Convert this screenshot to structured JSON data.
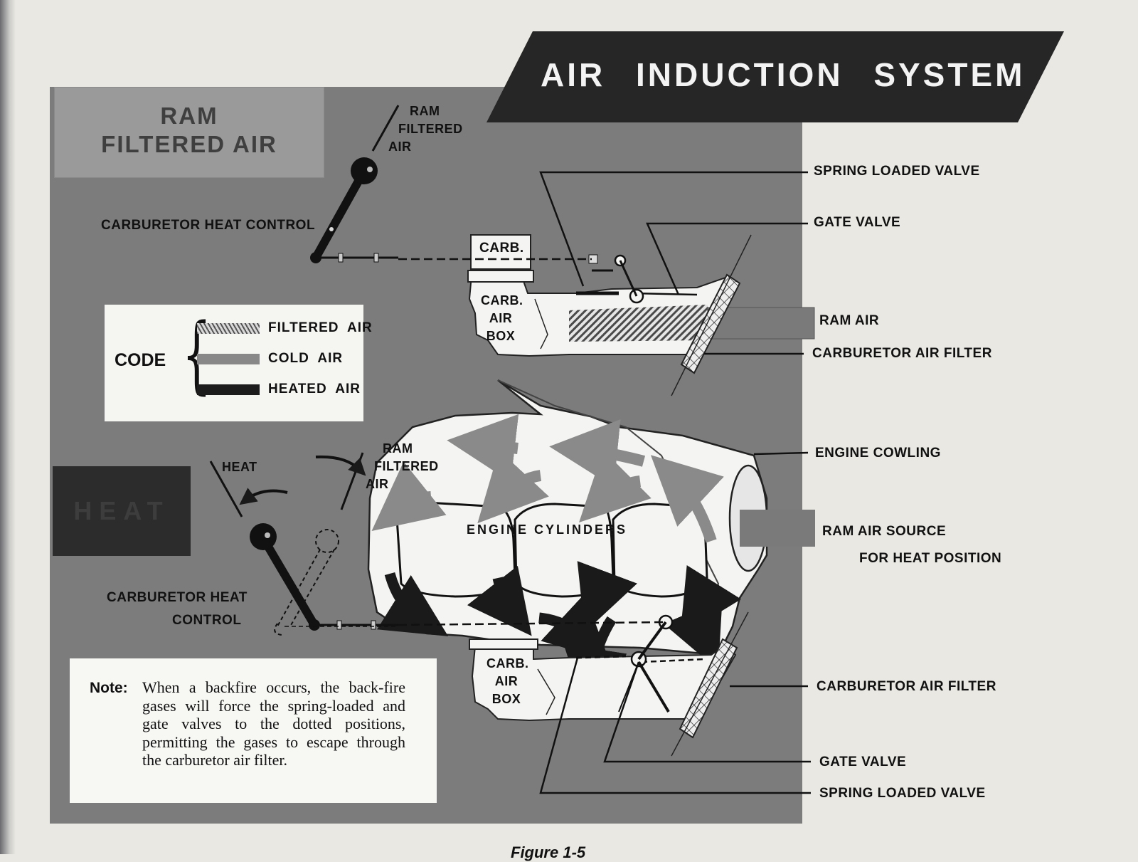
{
  "title": "AIR INDUCTION SYSTEM",
  "top_section": {
    "mode_box": [
      "RAM",
      "FILTERED AIR"
    ],
    "lever_setting": [
      "RAM",
      "FILTERED",
      "AIR"
    ],
    "control_label": "CARBURETOR HEAT CONTROL",
    "carb_label": "CARB.",
    "air_box_label": [
      "CARB.",
      "AIR",
      "BOX"
    ],
    "callouts": {
      "spring_loaded_valve": "SPRING LOADED VALVE",
      "gate_valve": "GATE VALVE",
      "ram_air": "RAM AIR",
      "carburetor_air_filter": "CARBURETOR AIR FILTER"
    }
  },
  "code_legend": {
    "heading": "CODE",
    "items": [
      {
        "label": "FILTERED  AIR",
        "pattern": "hatched"
      },
      {
        "label": "COLD  AIR",
        "color": "#888888"
      },
      {
        "label": "HEATED  AIR",
        "color": "#1c1c1c"
      }
    ]
  },
  "bottom_section": {
    "mode_box": "HEAT",
    "lever_heat_label": "HEAT",
    "lever_ram_label": [
      "RAM",
      "FILTERED",
      "AIR"
    ],
    "control_label": [
      "CARBURETOR HEAT",
      "CONTROL"
    ],
    "engine_label": "ENGINE CYLINDERS",
    "air_box_label": [
      "CARB.",
      "AIR",
      "BOX"
    ],
    "callouts": {
      "engine_cowling": "ENGINE COWLING",
      "ram_air_source": [
        "RAM AIR SOURCE",
        "FOR HEAT POSITION"
      ],
      "carburetor_air_filter": "CARBURETOR AIR FILTER",
      "gate_valve": "GATE VALVE",
      "spring_loaded_valve": "SPRING LOADED VALVE"
    }
  },
  "note": {
    "label": "Note:",
    "text": "When a backfire occurs, the back-fire gases will force the spring-loaded and gate valves to the dotted positions, permitting the gases to escape through the carburetor air filter."
  },
  "caption": "Figure 1-5"
}
